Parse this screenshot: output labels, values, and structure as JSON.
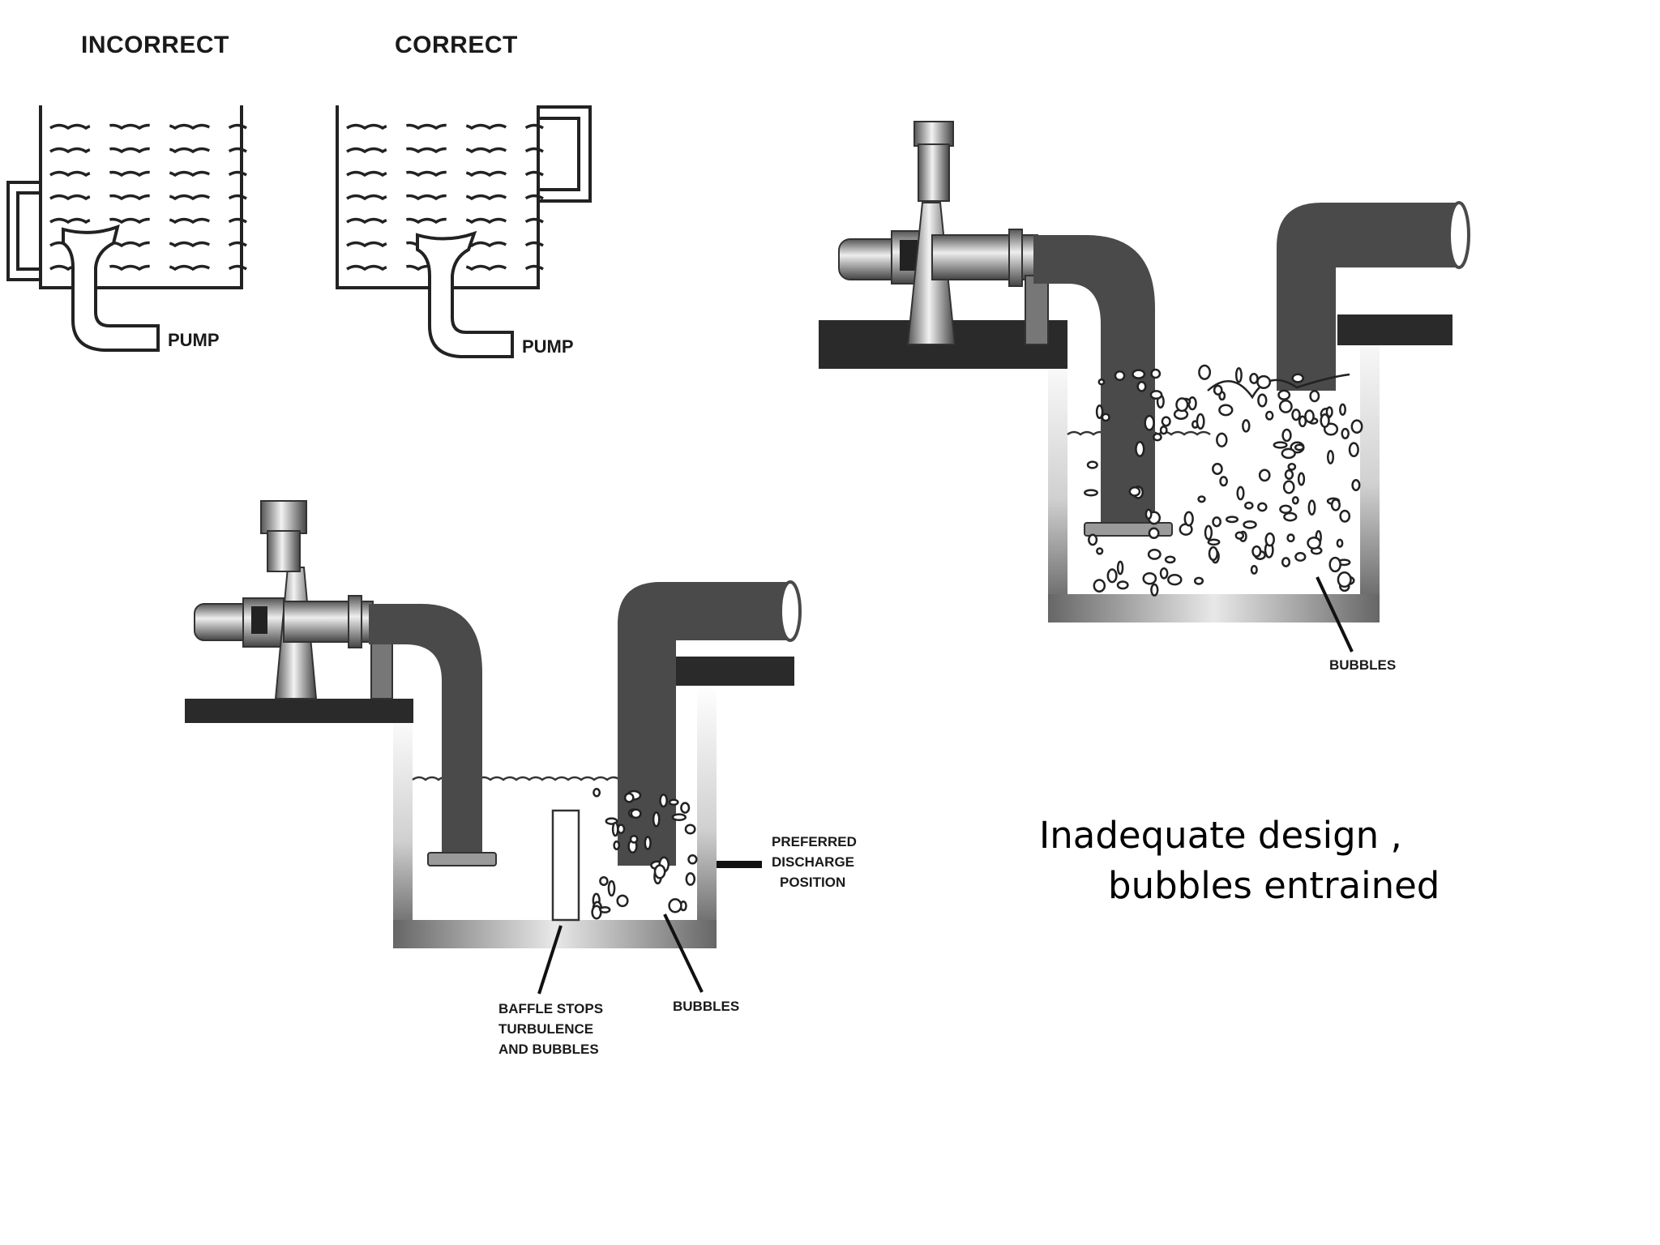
{
  "tanks": {
    "incorrect_title": "INCORRECT",
    "correct_title": "CORRECT",
    "pump_label": "PUMP"
  },
  "sump_good": {
    "preferred_discharge": [
      "PREFERRED",
      "DISCHARGE",
      "POSITION"
    ],
    "baffle": [
      "BAFFLE STOPS",
      "TURBULENCE",
      "AND BUBBLES"
    ],
    "bubbles": "BUBBLES"
  },
  "sump_bad": {
    "bubbles": "BUBBLES"
  },
  "caption": {
    "line1": "Inadequate design ,",
    "line2": "bubbles entrained"
  },
  "colors": {
    "pipe": "#4a4a4a",
    "floor": "#2a2a2a",
    "ink": "#1a1a1a"
  }
}
